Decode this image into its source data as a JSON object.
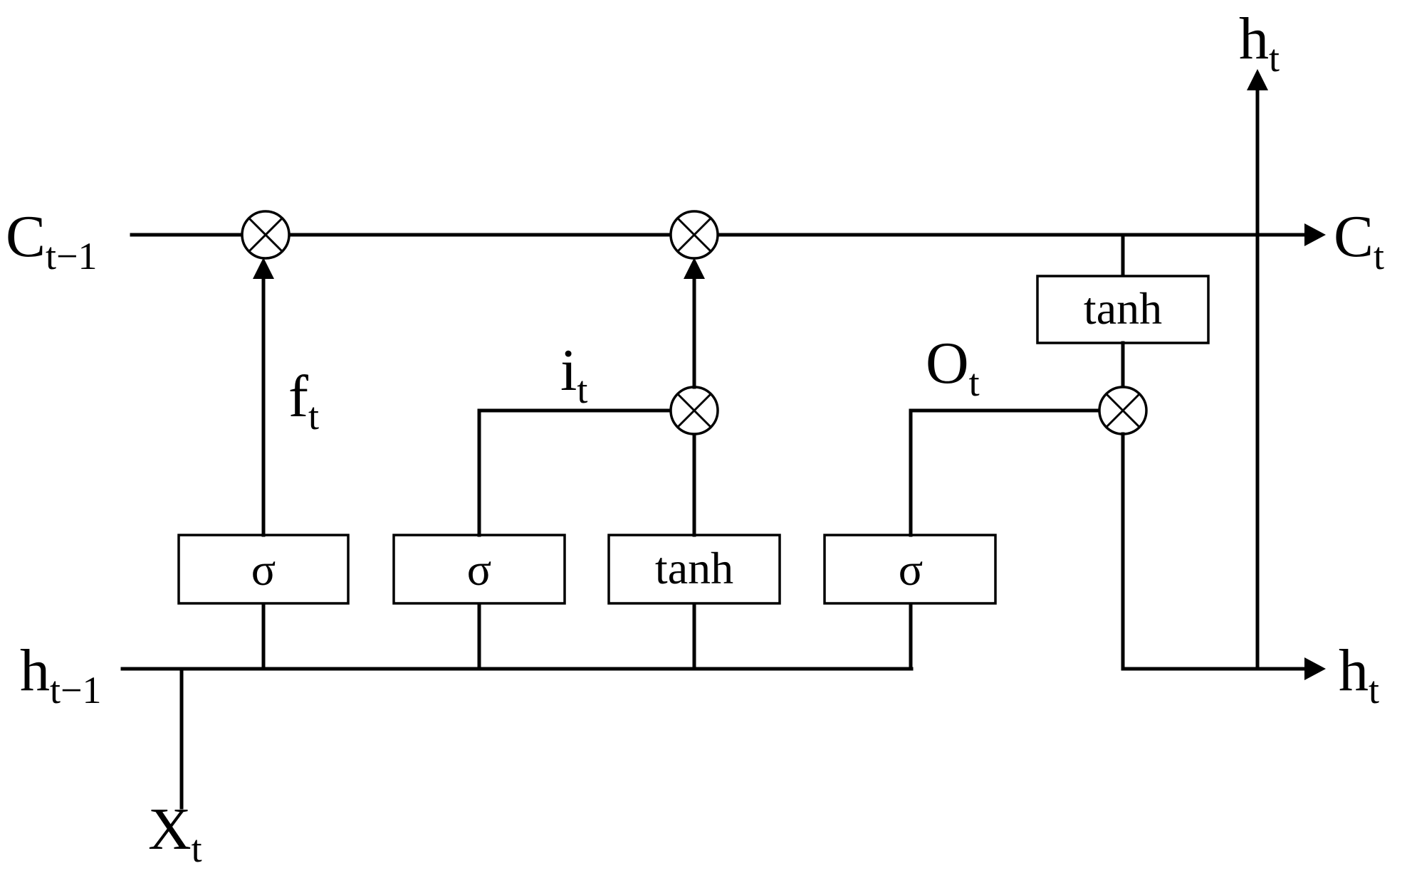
{
  "inputs": {
    "cell_prev": {
      "base": "C",
      "sub": "t−1"
    },
    "hidden_prev": {
      "base": "h",
      "sub": "t−1"
    },
    "input": {
      "base": "X",
      "sub": "t"
    }
  },
  "outputs": {
    "cell": {
      "base": "C",
      "sub": "t"
    },
    "hidden_right": {
      "base": "h",
      "sub": "t"
    },
    "hidden_top": {
      "base": "h",
      "sub": "t"
    }
  },
  "gates": {
    "forget": {
      "base": "f",
      "sub": "t"
    },
    "input": {
      "base": "i",
      "sub": "t"
    },
    "output": {
      "base": "O",
      "sub": "t"
    }
  },
  "boxes": {
    "forget_sigma": "σ",
    "input_sigma": "σ",
    "candidate_tanh": "tanh",
    "output_sigma": "σ",
    "cell_tanh": "tanh"
  }
}
